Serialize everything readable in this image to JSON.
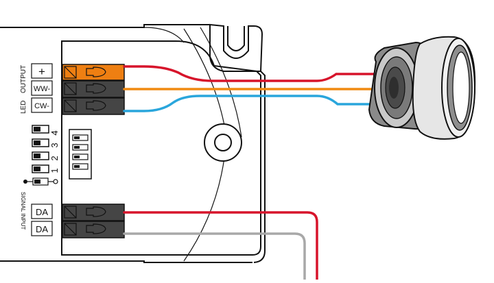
{
  "colors": {
    "wire_red": "#d7142b",
    "wire_orange": "#f08a12",
    "wire_blue": "#2aa6dc",
    "wire_gray": "#a8a8a8",
    "terminal_orange": "#ee7f12",
    "terminal_dark": "#454545",
    "outline": "#111111"
  },
  "led_output": {
    "group_label_1": "LED",
    "group_label_2": "OUTPUT",
    "terminals": [
      {
        "label": "+",
        "terminal_color": "orange",
        "wire_color": "red"
      },
      {
        "label": "WW-",
        "terminal_color": "dark",
        "wire_color": "orange"
      },
      {
        "label": "CW-",
        "terminal_color": "dark",
        "wire_color": "blue"
      }
    ]
  },
  "dip_switch": {
    "numbers": [
      "4",
      "3",
      "2",
      "1"
    ],
    "legend_icon": "on-off-switch-legend-icon"
  },
  "signal_input": {
    "group_label": "SIGNAL INPUT",
    "terminals": [
      {
        "label": "DA",
        "wire_color": "red"
      },
      {
        "label": "DA",
        "wire_color": "gray"
      }
    ]
  },
  "device": {
    "name": "led-driver-housing",
    "lamp": "led-downlight-icon",
    "mount": "mounting-hole-icon"
  }
}
